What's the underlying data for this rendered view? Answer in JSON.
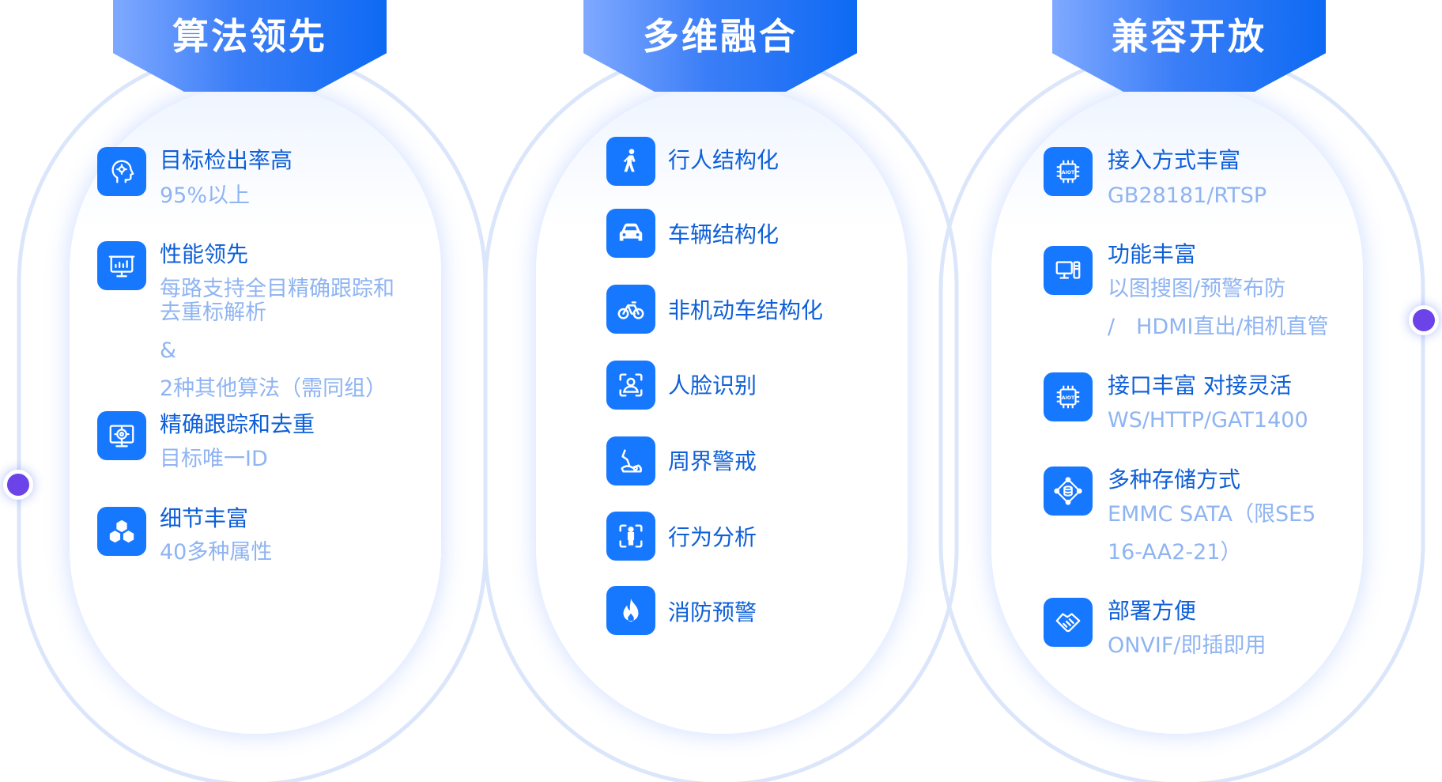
{
  "columns": [
    {
      "title": "算法领先",
      "items": [
        {
          "icon": "brain-gear-icon",
          "title": "目标检出率高",
          "lines": [
            "95%以上"
          ]
        },
        {
          "icon": "presentation-chart-icon",
          "title": "性能领先",
          "lines": [
            "每路支持全目精确跟踪和",
            "去重标解析",
            "&",
            "2种其他算法（需同组）"
          ]
        },
        {
          "icon": "target-monitor-icon",
          "title": "精确跟踪和去重",
          "lines": [
            "目标唯一ID"
          ]
        },
        {
          "icon": "cubes-icon",
          "title": "细节丰富",
          "lines": [
            "40多种属性"
          ]
        }
      ]
    },
    {
      "title": "多维融合",
      "items": [
        {
          "icon": "pedestrian-icon",
          "title": "行人结构化"
        },
        {
          "icon": "car-icon",
          "title": "车辆结构化"
        },
        {
          "icon": "bicycle-icon",
          "title": "非机动车结构化"
        },
        {
          "icon": "face-scan-icon",
          "title": "人脸识别"
        },
        {
          "icon": "perimeter-alert-icon",
          "title": "周界警戒"
        },
        {
          "icon": "body-scan-icon",
          "title": "行为分析"
        },
        {
          "icon": "flame-icon",
          "title": "消防预警"
        }
      ]
    },
    {
      "title": "兼容开放",
      "items": [
        {
          "icon": "aiot-chip-icon",
          "title": "接入方式丰富",
          "lines": [
            "GB28181/RTSP"
          ]
        },
        {
          "icon": "computer-icon",
          "title": "功能丰富",
          "lines": [
            "以图搜图/预警布防",
            "/　HDMI直出/相机直管"
          ]
        },
        {
          "icon": "aiot-chip-icon",
          "title": "接口丰富 对接灵活",
          "lines": [
            "WS/HTTP/GAT1400"
          ]
        },
        {
          "icon": "storage-network-icon",
          "title": "多种存储方式",
          "lines": [
            "EMMC SATA（限SE5",
            "16-AA2-21）"
          ]
        },
        {
          "icon": "handshake-icon",
          "title": "部署方便",
          "lines": [
            "ONVIF/即插即用"
          ]
        }
      ]
    }
  ]
}
